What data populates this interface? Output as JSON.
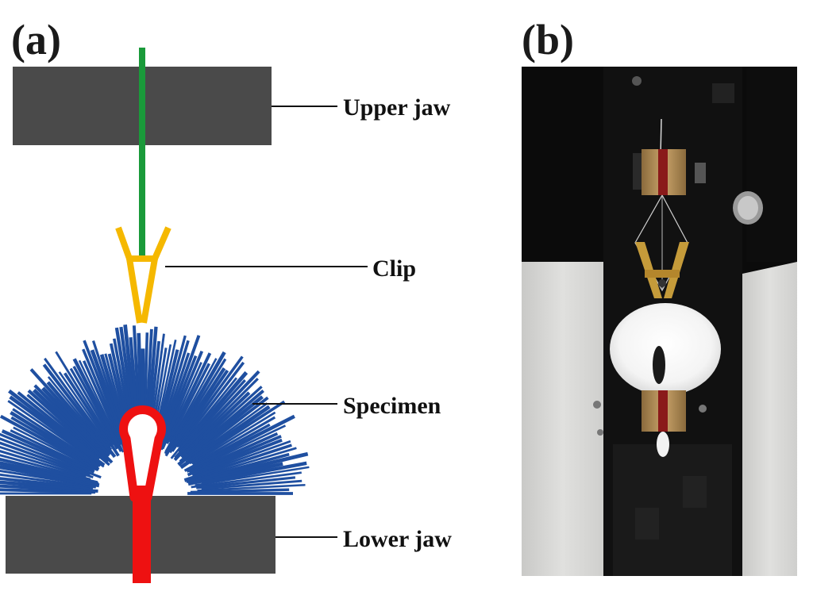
{
  "panels": {
    "a": {
      "label": "(a)"
    },
    "b": {
      "label": "(b)"
    }
  },
  "labels": {
    "upper_jaw": "Upper jaw",
    "clip": "Clip",
    "specimen": "Specimen",
    "lower_jaw": "Lower jaw"
  },
  "colors": {
    "jaw": "#4a4a4a",
    "wire": "#1a9a3a",
    "clip": "#f5b800",
    "fiber": "#1f4fa0",
    "core": "#ee1111",
    "photo_bg": "#0b0b0b"
  }
}
